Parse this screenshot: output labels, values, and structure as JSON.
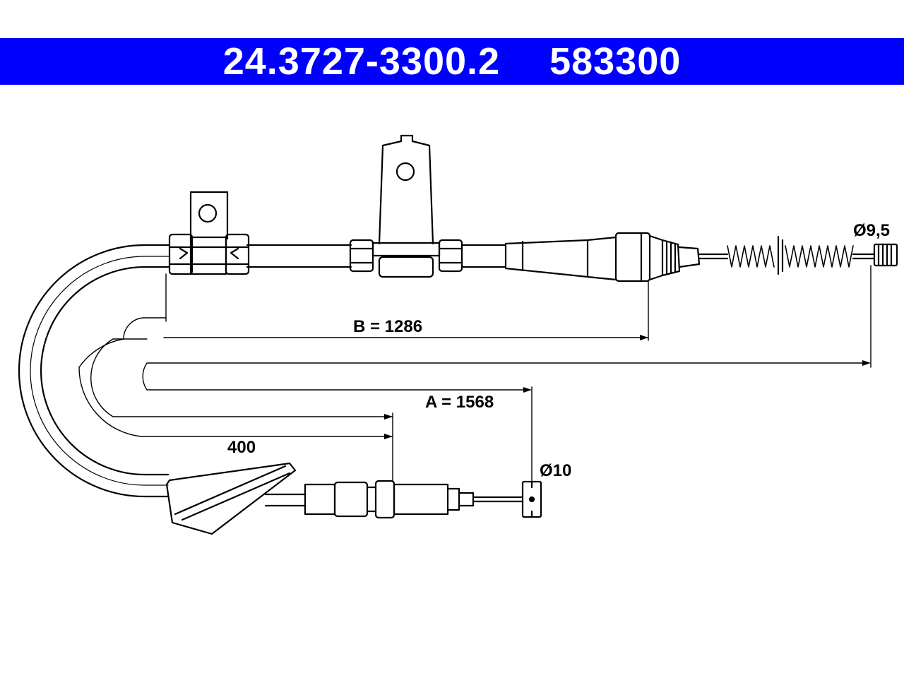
{
  "header": {
    "article_number": "24.3727-3300.2",
    "reference_number": "583300",
    "background_color": "#0000ff",
    "text_color": "#ffffff"
  },
  "dimensions": {
    "b_label": "B = 1286",
    "a_label": "A = 1568",
    "short_label": "400",
    "diameter_right": "Ø9,5",
    "diameter_left": "Ø10"
  },
  "colors": {
    "line": "#000000",
    "background": "#ffffff"
  }
}
